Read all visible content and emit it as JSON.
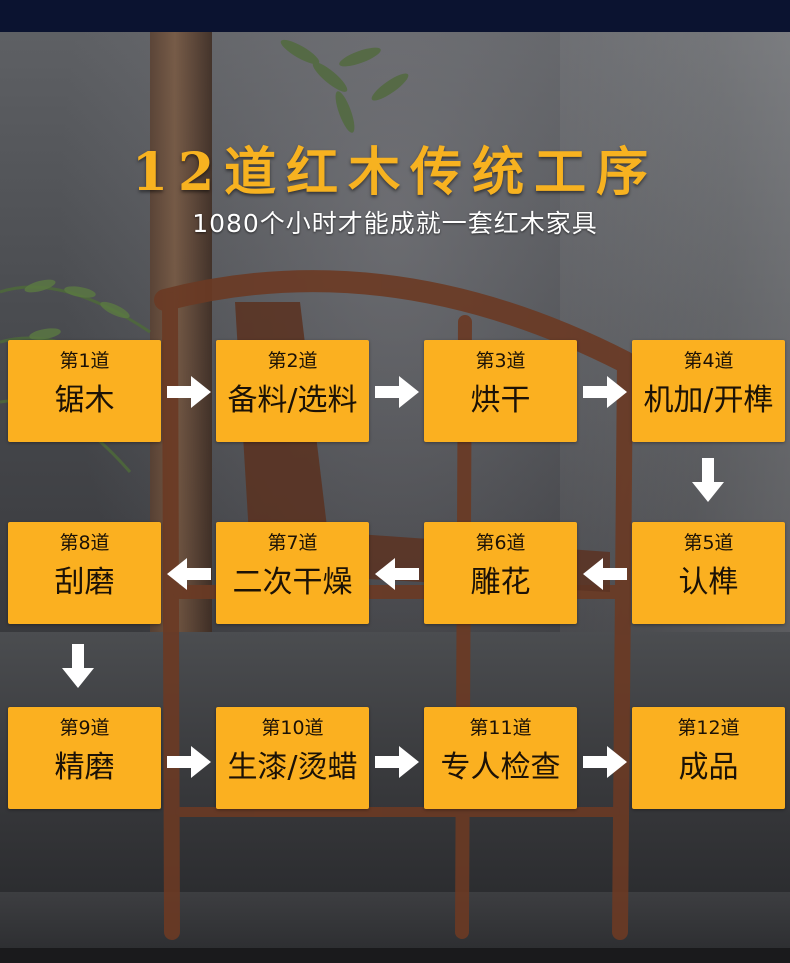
{
  "title": "12道红木传统工序",
  "subtitle": "1080个小时才能成就一套红木家具",
  "steps": [
    {
      "num": "第1道",
      "name": "锯木"
    },
    {
      "num": "第2道",
      "name": "备料/选料"
    },
    {
      "num": "第3道",
      "name": "烘干"
    },
    {
      "num": "第4道",
      "name": "机加/开榫"
    },
    {
      "num": "第5道",
      "name": "认榫"
    },
    {
      "num": "第6道",
      "name": "雕花"
    },
    {
      "num": "第7道",
      "name": "二次干燥"
    },
    {
      "num": "第8道",
      "name": "刮磨"
    },
    {
      "num": "第9道",
      "name": "精磨"
    },
    {
      "num": "第10道",
      "name": "生漆/烫蜡"
    },
    {
      "num": "第11道",
      "name": "专人检查"
    },
    {
      "num": "第12道",
      "name": "成品"
    }
  ],
  "colors": {
    "accent": "#fbb020",
    "title": "#f7b220",
    "header_bar": "#0b1330"
  },
  "icons": [
    "arrow-right-icon",
    "arrow-left-icon",
    "arrow-down-icon"
  ]
}
